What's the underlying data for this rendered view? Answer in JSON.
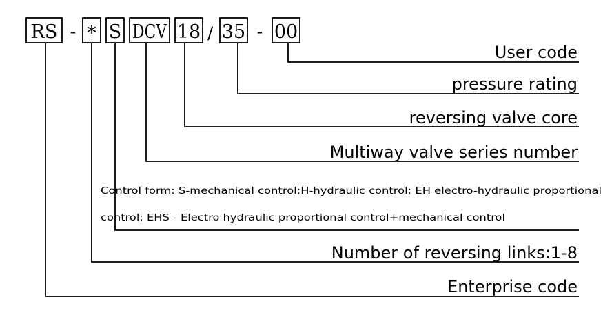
{
  "code_segments": {
    "rs": "RS",
    "links": "*",
    "control": "S",
    "series": "DCV",
    "core": "18",
    "pressure": "35",
    "user": "00"
  },
  "separators": {
    "dash_1": "-",
    "slash": "/",
    "dash_2": "-"
  },
  "descriptions": {
    "user_code": "User code",
    "pressure_rating": "pressure rating",
    "reversing_core": "reversing valve core",
    "series_number": "Multiway valve series number",
    "control_form_line1": "Control form: S-mechanical control;H-hydraulic control; EH electro-hydraulic proportional",
    "control_form_line2": "control; EHS - Electro hydraulic proportional control+mechanical control",
    "reversing_links": "Number of reversing links:1-8",
    "enterprise_code": "Enterprise code"
  }
}
